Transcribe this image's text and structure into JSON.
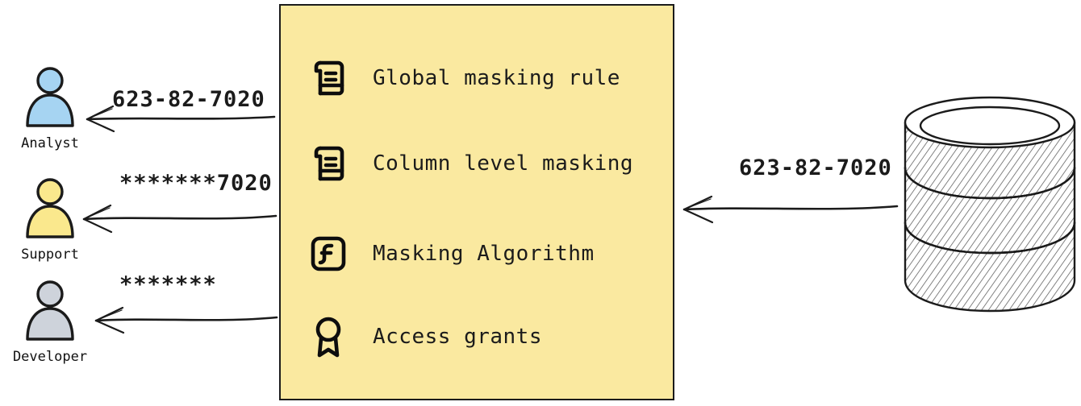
{
  "diagram": {
    "type": "data-masking-flow",
    "background": "#ffffff",
    "accent_panel_color": "#FAE9A0",
    "stroke_color": "#1b1b1b"
  },
  "actors": [
    {
      "id": "analyst",
      "label": "Analyst",
      "color": "#A6D4F2",
      "received_value": "623-82-7020",
      "masking": "none"
    },
    {
      "id": "support",
      "label": "Support",
      "color": "#FAE88D",
      "received_value": "*******7020",
      "masking": "partial"
    },
    {
      "id": "developer",
      "label": "Developer",
      "color": "#CED3DB",
      "received_value": "*******",
      "masking": "full"
    }
  ],
  "panel": {
    "rows": [
      {
        "icon": "scroll-icon",
        "label": "Global masking rule"
      },
      {
        "icon": "scroll-icon",
        "label": "Column level masking"
      },
      {
        "icon": "function-icon",
        "label": "Masking Algorithm"
      },
      {
        "icon": "award-icon",
        "label": "Access grants"
      }
    ]
  },
  "source": {
    "id": "database",
    "icon": "database-cylinder-icon",
    "output_value": "623-82-7020"
  }
}
